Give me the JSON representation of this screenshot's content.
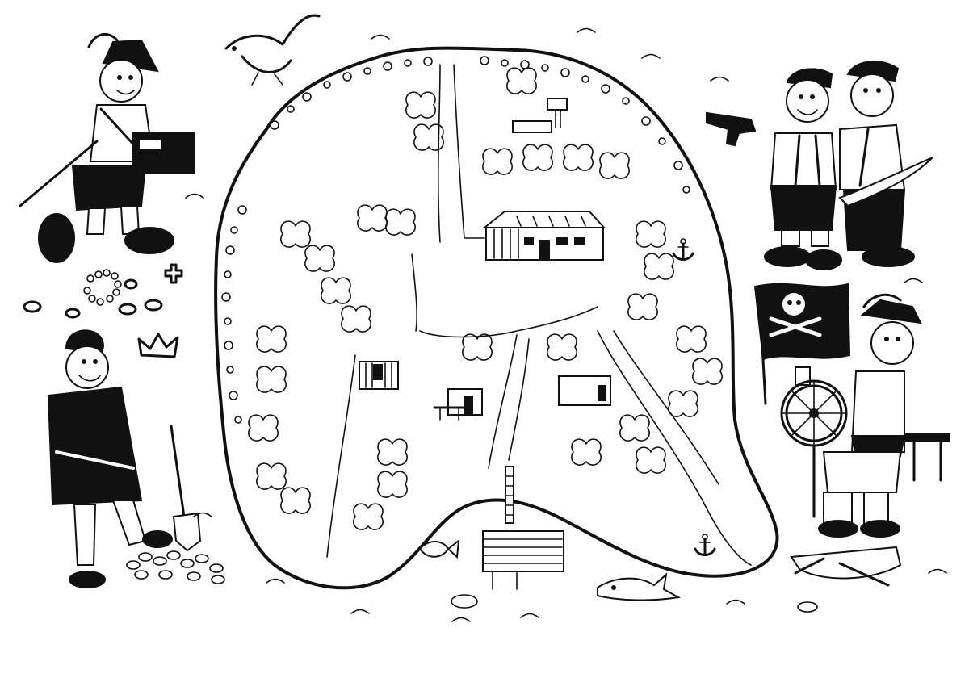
{
  "illustration": {
    "style": "black ink cartoon on white paper",
    "ink_color": "#111111",
    "paper_color": "#ffffff"
  },
  "island": {
    "buildings": [
      "main-house",
      "shed-west",
      "small-hut",
      "outbuilding-east",
      "flag-hut",
      "pier-house"
    ],
    "features": [
      "paths",
      "bushes",
      "anchors",
      "pier",
      "shoreline"
    ]
  },
  "characters": [
    {
      "name": "pirate-with-treasure-chest",
      "props": [
        "rifle",
        "treasure-chest",
        "feathered-hat"
      ]
    },
    {
      "name": "pirate-with-shovel",
      "props": [
        "shovel",
        "treasure-pile"
      ]
    },
    {
      "name": "pirate-with-pistol",
      "props": [
        "pistol",
        "bandana"
      ]
    },
    {
      "name": "pirate-with-sword",
      "props": [
        "sword",
        "bandana"
      ]
    },
    {
      "name": "pirate-captain-at-wheel",
      "props": [
        "ships-wheel",
        "mug"
      ]
    }
  ],
  "decorations": [
    "seagull",
    "jolly-roger-flag",
    "crown",
    "coins",
    "necklace",
    "rowboat",
    "shark",
    "fish",
    "waves"
  ]
}
